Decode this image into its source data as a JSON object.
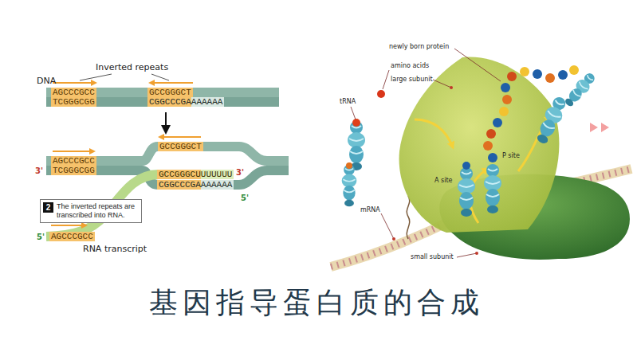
{
  "diagram": {
    "title": "基因指导蛋白质的合成",
    "nodes": [
      {
        "text": [
          "The inverted repeats are transcribed into RNA."
        ]
      },
      {
        "text": [
          "2"
        ],
        "in": 0
      }
    ],
    "labels": [
      "Inverted repeats",
      "DNA",
      "AGCCCGCC",
      "TCGGGCGG",
      "GCCGGGCT",
      "CGGCCCGAAAAAAA",
      "AGCCCGCC",
      "TCGGGCGG",
      "GCCGGGCT",
      "3'",
      "GCCGGGCUUUUUUU",
      "3'",
      "CGGCCCGAAAAAAA",
      "5'",
      "5'",
      "AGCCCGCC",
      "RNA transcript",
      "newly born protein",
      "amino acids",
      "large subunit",
      "tRNA",
      "P site",
      "A site",
      "mRNA",
      "small subunit"
    ]
  }
}
